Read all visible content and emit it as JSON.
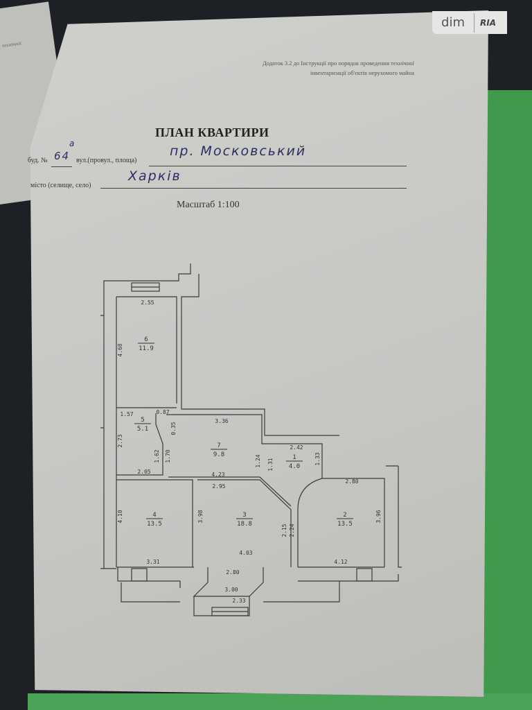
{
  "logo": {
    "left": "dim",
    "right": "RIA"
  },
  "side_sheet_text": "технічної",
  "header_note": {
    "line1": "Додаток 3.2 до Інструкції про порядок проведення технічної",
    "line2": "інвентаризації об'єктів нерухомого майна"
  },
  "title": "ПЛАН КВАРТИРИ",
  "address": {
    "house_label": "буд. №",
    "house_number": "64",
    "house_suffix": "a",
    "street_label": "вул.(провул., площа)",
    "street_value": "пр. Московський",
    "city_label": "місто (селище, село)",
    "city_value": "Харків"
  },
  "scale": "Масштаб 1:100",
  "rooms": [
    {
      "number": "1",
      "area": "4.0"
    },
    {
      "number": "2",
      "area": "13.5"
    },
    {
      "number": "3",
      "area": "18.8"
    },
    {
      "number": "4",
      "area": "13.5"
    },
    {
      "number": "5",
      "area": "5.1"
    },
    {
      "number": "6",
      "area": "11.9"
    },
    {
      "number": "7",
      "area": "9.8"
    }
  ],
  "dimensions": [
    "2.55",
    "4.68",
    "1.57",
    "0.87",
    "0.35",
    "2.73",
    "1.62",
    "2.05",
    "3.36",
    "1.70",
    "4.23",
    "2.42",
    "1.24",
    "1.31",
    "1.33",
    "2.95",
    "2.80",
    "4.10",
    "3.98",
    "2.15",
    "2.24",
    "3.96",
    "3.31",
    "4.03",
    "2.80",
    "3.00",
    "2.33",
    "4.12"
  ]
}
